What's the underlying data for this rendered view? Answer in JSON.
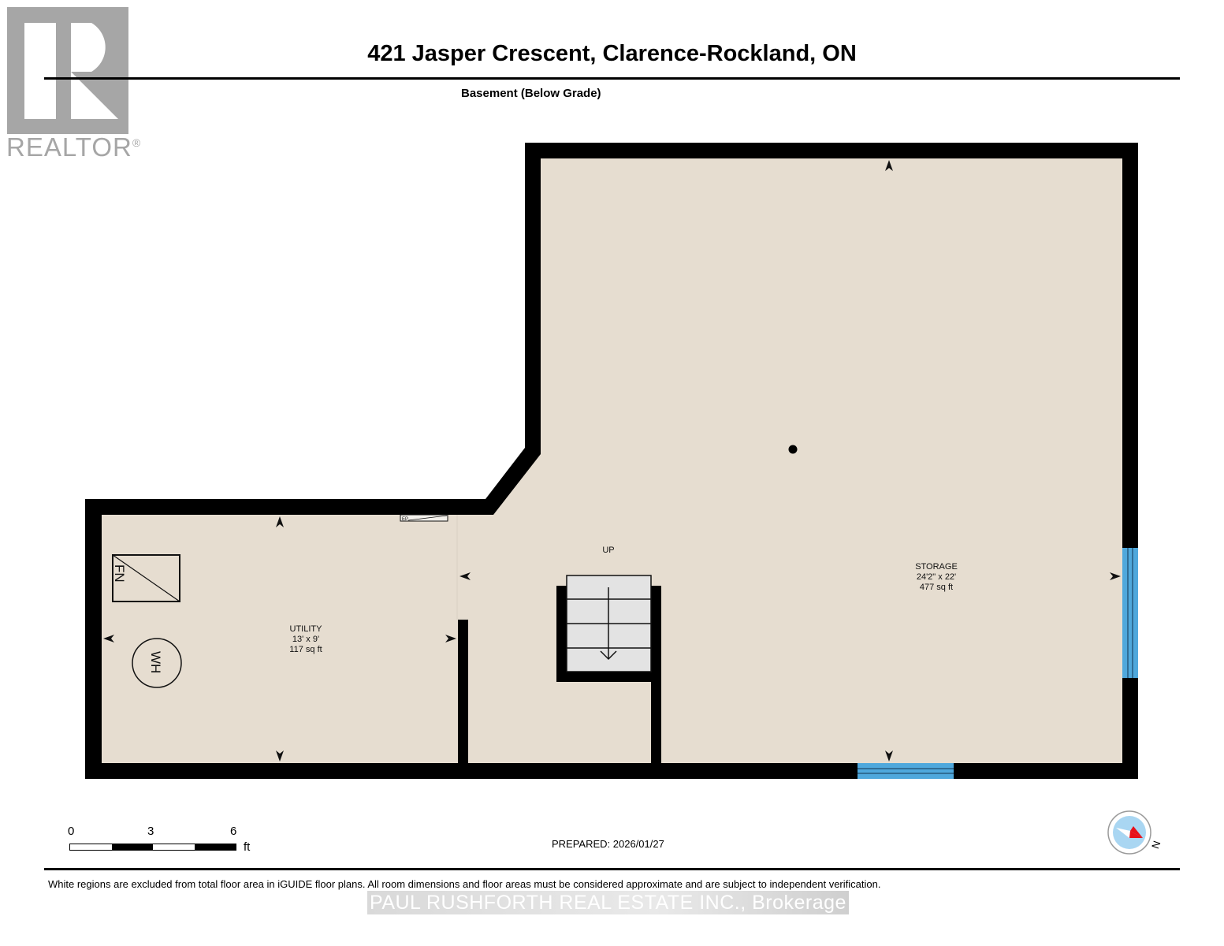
{
  "branding": {
    "logo_text": "REALTOR",
    "logo_mark": "®",
    "logo_color": "#a6a6a6"
  },
  "header": {
    "title": "421 Jasper Crescent, Clarence-Rockland, ON",
    "subtitle": "Basement (Below Grade)"
  },
  "floor_plan": {
    "floor_color": "#e6ddd0",
    "wall_color": "#000000",
    "window_color": "#4fa8dc",
    "stair_color": "#e3e3e3",
    "rooms": [
      {
        "name": "UTILITY",
        "dimensions": "13' x 9'",
        "area": "117 sq ft"
      },
      {
        "name": "STORAGE",
        "dimensions": "24'2\" x 22'",
        "area": "477 sq ft"
      }
    ],
    "fixtures": {
      "furnace": "FN",
      "water_heater": "WH",
      "electrical_panel": "EP",
      "stairs": "UP"
    }
  },
  "scale": {
    "ticks": [
      "0",
      "3",
      "6"
    ],
    "unit": "ft"
  },
  "prepared": "PREPARED: 2026/01/27",
  "compass": {
    "label": "N",
    "needle_color": "#e8101a",
    "dial_color": "#a9d6f2"
  },
  "footer": {
    "disclaimer": "White regions are excluded from total floor area in iGUIDE floor plans. All room dimensions and floor areas must be considered approximate and are subject to independent verification.",
    "brokerage": "PAUL RUSHFORTH REAL ESTATE INC., Brokerage"
  }
}
